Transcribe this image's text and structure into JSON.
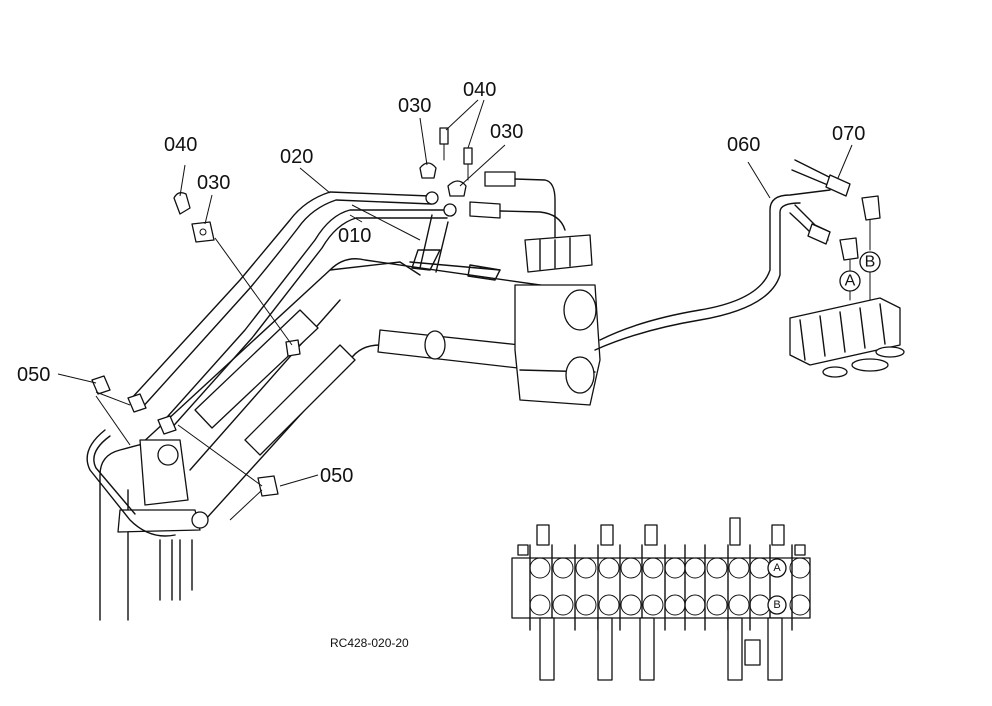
{
  "callouts": {
    "c010": "010",
    "c020": "020",
    "c030_left": "030",
    "c030_top_left": "030",
    "c030_top_right": "030",
    "c040_left": "040",
    "c040_top": "040",
    "c050_left": "050",
    "c050_right": "050",
    "c060": "060",
    "c070": "070"
  },
  "ports": {
    "a_main": "A",
    "b_main": "B",
    "a_inset": "A",
    "b_inset": "B"
  },
  "drawing_code": "RC428-020-20"
}
